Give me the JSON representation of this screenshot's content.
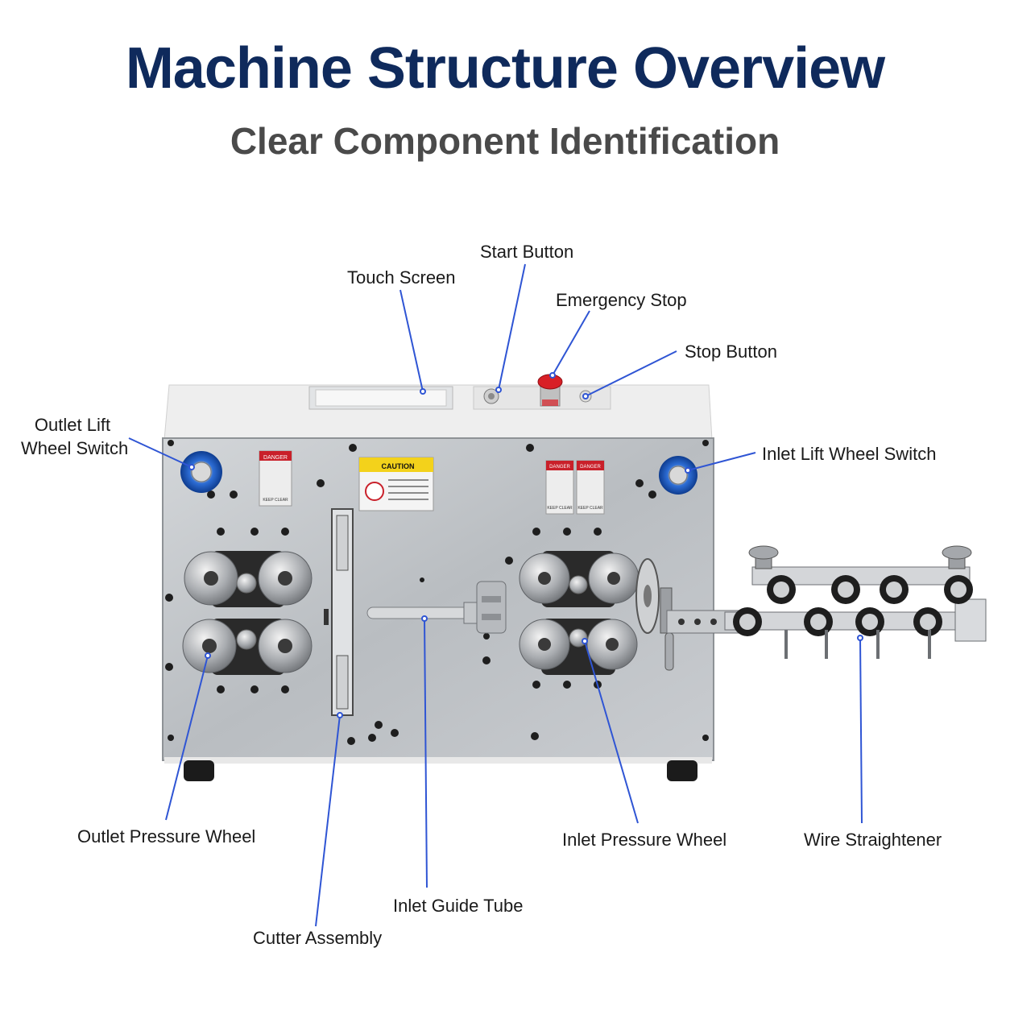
{
  "header": {
    "title": "Machine Structure Overview",
    "subtitle": "Clear Component Identification"
  },
  "labels": {
    "touch_screen": "Touch Screen",
    "start_button": "Start Button",
    "emergency_stop": "Emergency Stop",
    "stop_button": "Stop Button",
    "outlet_lift_line1": "Outlet Lift",
    "outlet_lift_line2": "Wheel Switch",
    "inlet_lift": "Inlet Lift Wheel Switch",
    "outlet_pressure": "Outlet Pressure Wheel",
    "inlet_pressure": "Inlet Pressure Wheel",
    "wire_straightener": "Wire Straightener",
    "inlet_guide": "Inlet Guide Tube",
    "cutter": "Cutter Assembly"
  },
  "signs": {
    "danger": "DANGER",
    "caution": "CAUTION",
    "keep_clear": "KEEP CLEAR"
  },
  "colors": {
    "title": "#0f2a5c",
    "subtitle": "#4a4a4a",
    "leader": "#2f55d4",
    "panel": "#bfc3c7",
    "estop": "#d81f26",
    "lift_switch": "#1f5fc9"
  }
}
